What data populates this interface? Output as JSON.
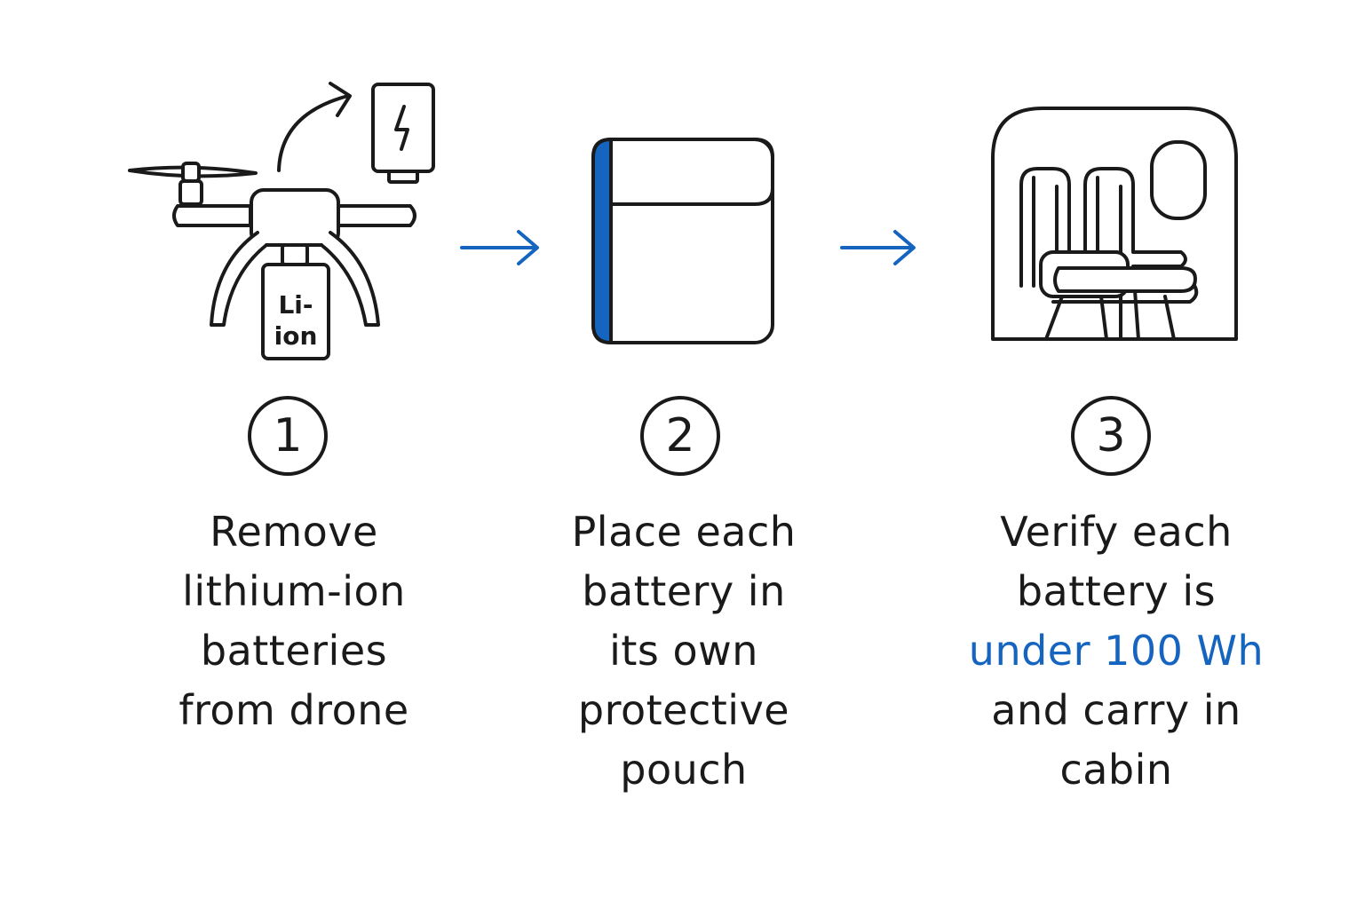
{
  "colors": {
    "ink": "#1a1a1a",
    "accent": "#1565c0",
    "background": "#ffffff"
  },
  "steps": [
    {
      "number": "1",
      "icon": "drone-battery-removal-icon",
      "lines": [
        "Remove",
        "lithium-ion",
        "batteries",
        "from drone"
      ],
      "battery_label_top": "Li-",
      "battery_label_bottom": "ion"
    },
    {
      "number": "2",
      "icon": "protective-pouch-icon",
      "lines": [
        "Place each",
        "battery in",
        "its own",
        "protective",
        "pouch"
      ]
    },
    {
      "number": "3",
      "icon": "airplane-cabin-seat-icon",
      "lines": [
        "Verify each",
        "battery is",
        "under 100 Wh",
        "and carry in",
        "cabin"
      ],
      "highlight_line": "under 100 Wh"
    }
  ],
  "arrows": [
    "arrow-right-icon",
    "arrow-right-icon"
  ]
}
